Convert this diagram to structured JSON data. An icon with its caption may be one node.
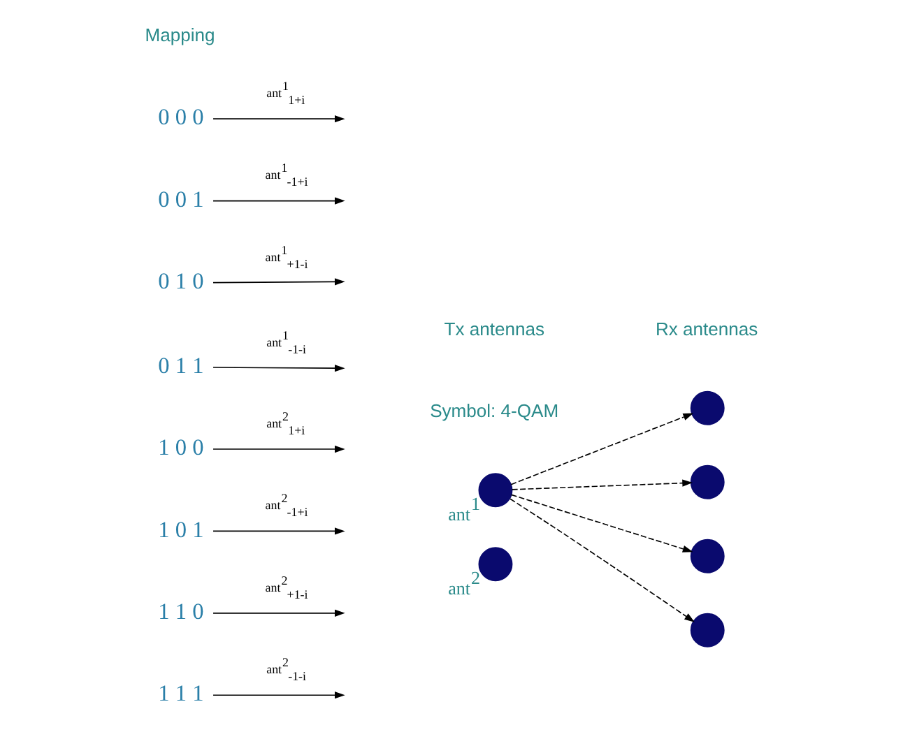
{
  "diagram": {
    "nodes": [
      {
        "text": [
          "0 0 0"
        ]
      },
      {
        "text": [
          "0 0 1"
        ]
      },
      {
        "text": [
          "0 1 0"
        ]
      },
      {
        "text": [
          "0 1 1"
        ]
      },
      {
        "text": [
          "1 0 0"
        ]
      },
      {
        "text": [
          "1 0 1"
        ]
      },
      {
        "text": [
          "1 1 0"
        ]
      },
      {
        "text": [
          "1 1 1"
        ]
      },
      {
        "text": [],
        "shape": "circle",
        "beside": [
          "ant$^{1}$"
        ]
      },
      {
        "text": [],
        "shape": "circle",
        "beside": [
          "ant$^{2}$"
        ]
      },
      {
        "text": [],
        "shape": "circle"
      },
      {
        "text": [],
        "shape": "circle"
      },
      {
        "text": [],
        "shape": "circle"
      },
      {
        "text": [],
        "shape": "circle"
      }
    ],
    "edges": [
      {
        "from": 0,
        "to": null,
        "arrow": "to",
        "label": "ant$^{1}$$_{1+i}$"
      },
      {
        "from": 1,
        "to": null,
        "arrow": "to",
        "label": "ant$^{1}$$_{-1+i}$"
      },
      {
        "from": 2,
        "to": null,
        "arrow": "to",
        "label": "ant$^{1}$$_{+1-i}$"
      },
      {
        "from": 3,
        "to": null,
        "arrow": "to",
        "label": "ant$^{1}$$_{-1-i}$"
      },
      {
        "from": 4,
        "to": null,
        "arrow": "to",
        "label": "ant$^{2}$$_{1+i}$"
      },
      {
        "from": 5,
        "to": null,
        "arrow": "to",
        "label": "ant$^{2}$$_{-1+i}$"
      },
      {
        "from": 6,
        "to": null,
        "arrow": "to",
        "label": "ant$^{2}$$_{+1-i}$"
      },
      {
        "from": 7,
        "to": null,
        "arrow": "to",
        "label": "ant$^{2}$$_{-1-i}$"
      },
      {
        "from": 8,
        "to": 10,
        "arrow": "to",
        "style": "dashed"
      },
      {
        "from": 8,
        "to": 11,
        "arrow": "to",
        "style": "dashed"
      },
      {
        "from": 8,
        "to": 12,
        "arrow": "to",
        "style": "dashed"
      },
      {
        "from": 8,
        "to": 13,
        "arrow": "to",
        "style": "dashed"
      }
    ],
    "labels": [
      "Mapping",
      "Tx antennas",
      "Rx antennas",
      "Symbol: 4-QAM"
    ]
  }
}
